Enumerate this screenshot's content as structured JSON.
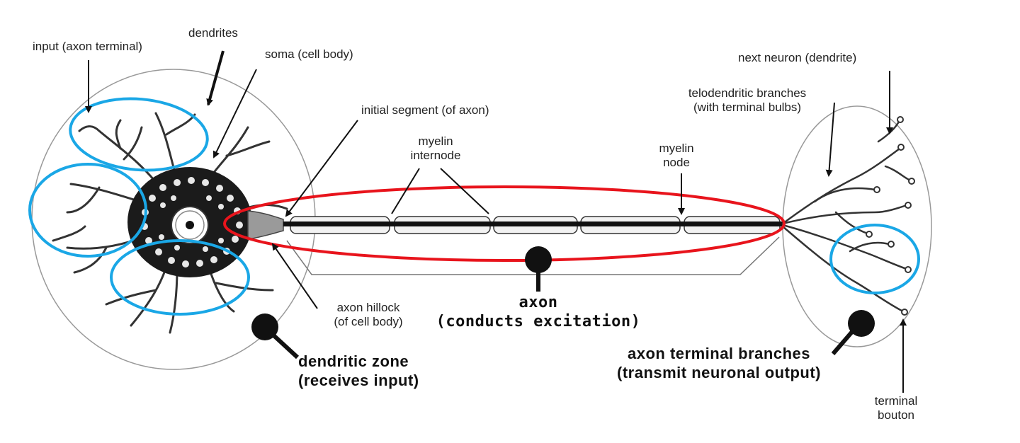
{
  "labels": {
    "input": "input (axon terminal)",
    "dendrites": "dendrites",
    "soma": "soma (cell body)",
    "initial_segment": "initial segment (of axon)",
    "myelin_internode_1": "myelin",
    "myelin_internode_2": "internode",
    "myelin_node_1": "myelin",
    "myelin_node_2": "node",
    "next_neuron": "next neuron (dendrite)",
    "telodendritic_1": "telodendritic branches",
    "telodendritic_2": "(with terminal bulbs)",
    "axon_hillock_1": "axon hillock",
    "axon_hillock_2": "(of cell body)",
    "terminal_bouton_1": "terminal",
    "terminal_bouton_2": "bouton"
  },
  "zones": {
    "axon_title": "axon",
    "axon_sub": "(conducts excitation)",
    "dendritic_title": "dendritic zone",
    "dendritic_sub": "(receives input)",
    "terminal_title": "axon terminal branches",
    "terminal_sub": "(transmit neuronal output)"
  },
  "colors": {
    "highlight_blue": "#1aa7e6",
    "highlight_red": "#e8141c",
    "ink": "#111111"
  }
}
